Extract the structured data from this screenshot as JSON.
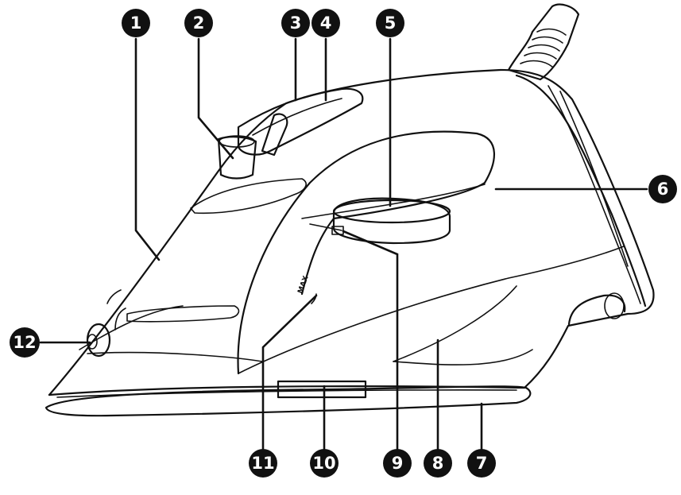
{
  "diagram": {
    "callouts": [
      {
        "id": "c1",
        "label": "1"
      },
      {
        "id": "c2",
        "label": "2"
      },
      {
        "id": "c3",
        "label": "3"
      },
      {
        "id": "c4",
        "label": "4"
      },
      {
        "id": "c5",
        "label": "5"
      },
      {
        "id": "c6",
        "label": "6"
      },
      {
        "id": "c7",
        "label": "7"
      },
      {
        "id": "c8",
        "label": "8"
      },
      {
        "id": "c9",
        "label": "9"
      },
      {
        "id": "c10",
        "label": "10"
      },
      {
        "id": "c11",
        "label": "11"
      },
      {
        "id": "c12",
        "label": "12"
      }
    ],
    "max_mark": "MAX"
  }
}
